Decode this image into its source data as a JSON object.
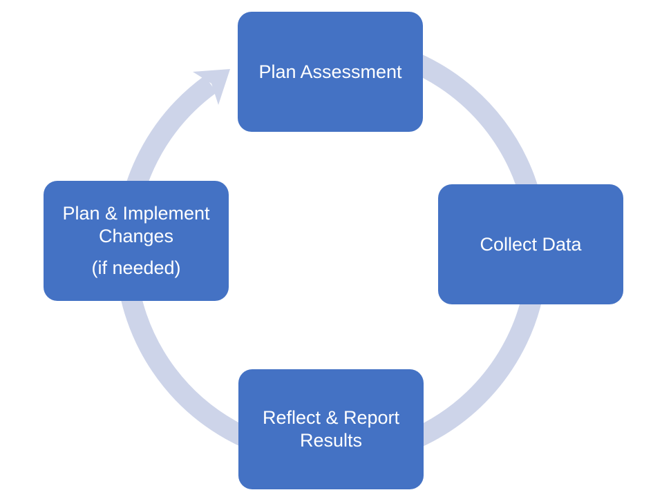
{
  "diagram": {
    "type": "cycle",
    "direction": "clockwise",
    "nodes": [
      {
        "label": "Plan Assessment"
      },
      {
        "label": "Collect Data"
      },
      {
        "label": "Reflect & Report Results"
      },
      {
        "label": "Plan & Implement Changes",
        "sublabel": "(if needed)"
      }
    ],
    "colors": {
      "node-fill": "#4472C4",
      "node-text": "#FFFFFF",
      "arrow": "#CDD4E9",
      "background": "#FFFFFF"
    }
  }
}
